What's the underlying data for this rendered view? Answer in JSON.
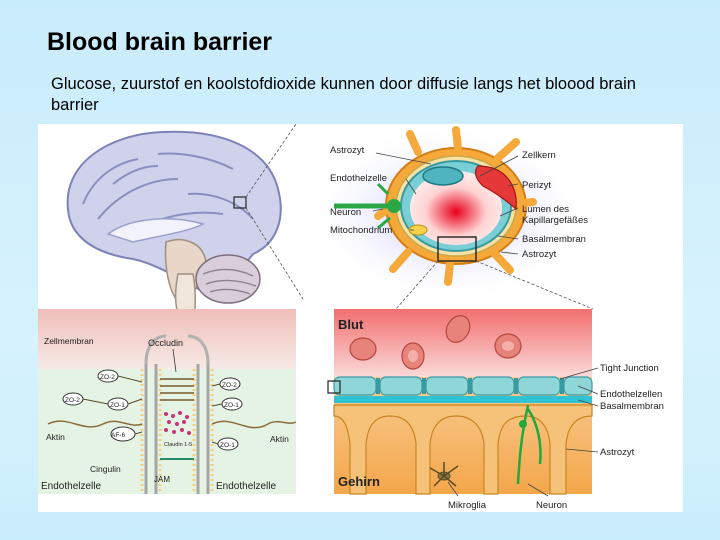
{
  "slide": {
    "title": "Blood brain barrier",
    "subtitle": "Glucose, zuurstof en koolstofdioxide kunnen door diffusie langs het bloood brain barrier"
  },
  "capillary_panel": {
    "labels_right": [
      "Zellkern",
      "Perizyt",
      "Lumen des",
      "Kapillargefäßes",
      "Basalmembran",
      "Astrozyt"
    ],
    "labels_left": [
      "Astrozyt",
      "Endothelzelle",
      "Neuron",
      "Mitochondrium"
    ]
  },
  "junction_panel": {
    "zellmembran": "Zellmembran",
    "occludin": "Occludin",
    "zo2": "ZO-2",
    "zo1": "ZO-1",
    "aktin_left": "Aktin",
    "aktin_right": "Aktin",
    "af6": "AF-6",
    "cingulin": "Cingulin",
    "jam": "JAM",
    "endothel_left": "Endothelzelle",
    "endothel_right": "Endothelzelle",
    "claudin": "Claudin 1-5"
  },
  "barrier_panel": {
    "blut": "Blut",
    "gehirn": "Gehirn",
    "tight_junction": "Tight Junction",
    "endothelzellen": "Endothelzellen",
    "basalmembran": "Basalmembran",
    "astrozyt": "Astrozyt",
    "mikroglia": "Mikroglia",
    "neuron": "Neuron"
  },
  "colors": {
    "background": "#c9ecfb",
    "blood": "#f08a8a",
    "brain": "#f3b565",
    "endothel": "#8fd6d9",
    "pericyte": "#e63a3a",
    "astrocyte": "#f4a93a"
  }
}
